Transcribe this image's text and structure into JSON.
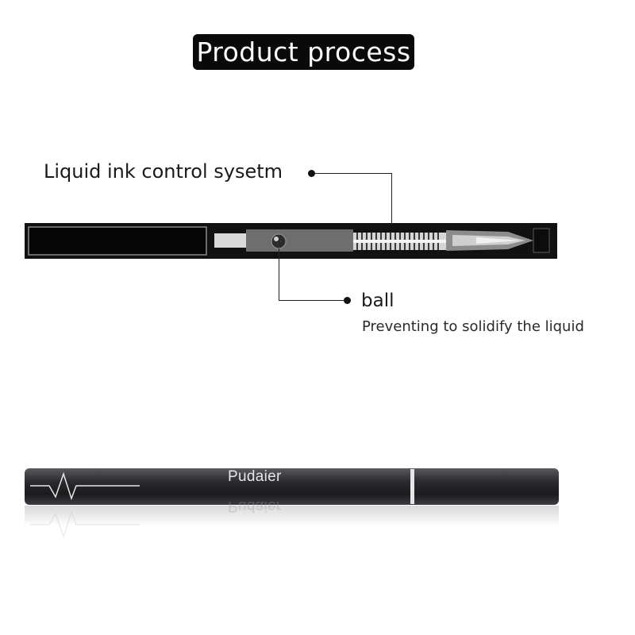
{
  "header": {
    "title": "Product  process"
  },
  "callouts": {
    "ink_control": {
      "label": "Liquid  ink control sysetm"
    },
    "ball": {
      "label": "ball",
      "description": "Preventing to solidify the liquid"
    }
  },
  "product": {
    "brand": "Pudaier"
  },
  "colors": {
    "pill": "#0a0a0a",
    "pen_body": "#2b2b2e",
    "background": "#ffffff"
  }
}
